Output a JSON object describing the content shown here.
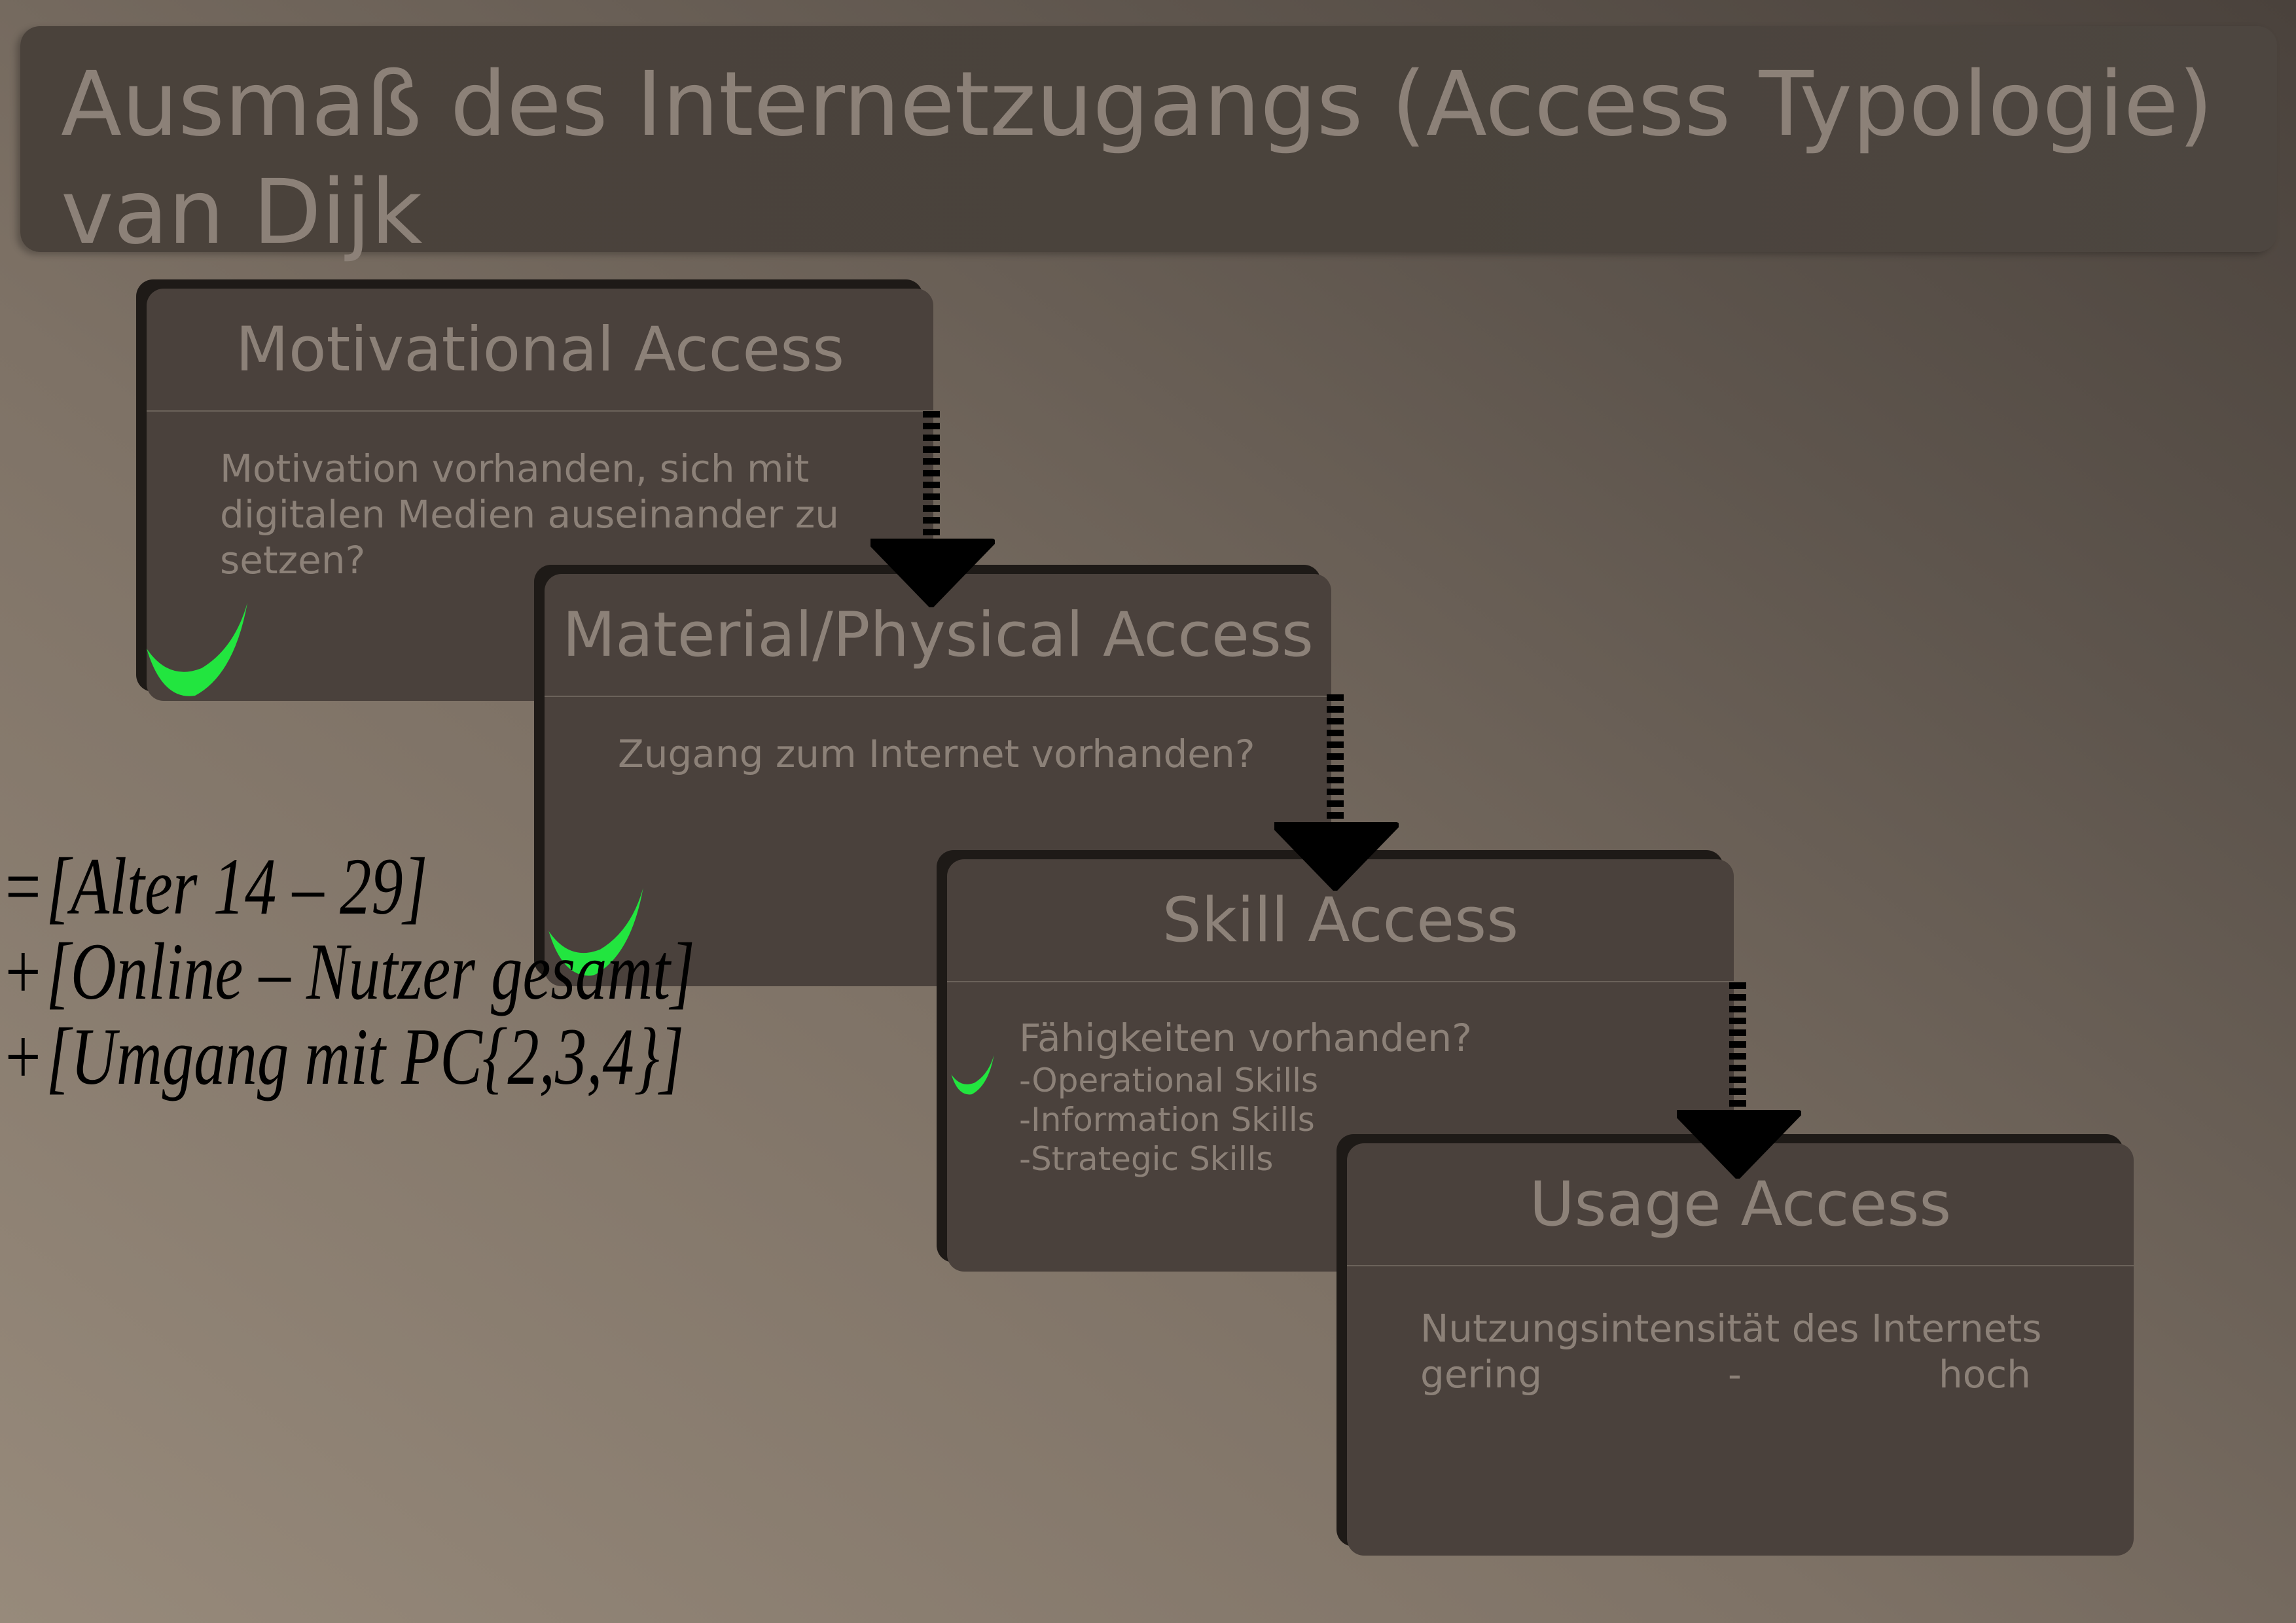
{
  "title": "Ausmaß des Internetzugangs (Access Typologie)\nvan Dijk",
  "boxes": {
    "motivational": {
      "title": "Motivational Access",
      "body": [
        "Motivation vorhanden, sich mit",
        "digitalen Medien auseinander zu",
        "setzen?"
      ]
    },
    "material": {
      "title": "Material/Physical Access",
      "body": [
        "Zugang zum Internet vorhanden?"
      ]
    },
    "skill": {
      "title": "Skill Access",
      "body": [
        "Fähigkeiten vorhanden?"
      ],
      "items": [
        "-Operational Skills",
        "-Information Skills",
        "-Strategic Skills"
      ]
    },
    "usage": {
      "title": "Usage Access",
      "body": [
        "Nutzungsintensität des Internets"
      ],
      "scale": [
        "gering",
        "-",
        "hoch"
      ]
    }
  },
  "formula": [
    {
      "op": "=",
      "term": "[Alter 14 – 29]"
    },
    {
      "op": "+",
      "term": "[Online – Nutzer gesamt]"
    },
    {
      "op": "+",
      "term": "[Umgang mit PC{2,3,4}]"
    }
  ],
  "colors": {
    "check": "#22e53f",
    "box": "#4a413c",
    "text": "#8c8178"
  }
}
